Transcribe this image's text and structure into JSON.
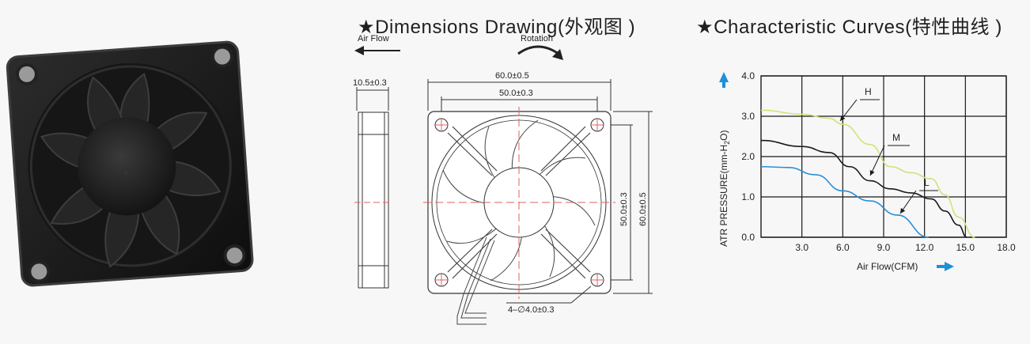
{
  "dimensions": {
    "star": "★",
    "title": "Dimensions Drawing(外观图 )",
    "air_flow_label": "Air Flow",
    "rotation_label": "Rotation",
    "thickness": "10.5±0.3",
    "overall_width": "60.0±0.5",
    "hole_pitch_width": "50.0±0.3",
    "hole_pitch_height": "50.0±0.3",
    "overall_height": "60.0±0.5",
    "hole_spec": "4–∅4.0±0.3"
  },
  "curves": {
    "star": "★",
    "title": "Characteristic Curves(特性曲线 )"
  },
  "chart_data": {
    "type": "line",
    "title": "Characteristic Curves(特性曲线 )",
    "xlabel": "Air Flow(CFM)",
    "ylabel": "ATR PRESSURE(mm-H2O)",
    "ylabel_prefix": "ATR PRESSURE(mm-H",
    "ylabel_sub": "2",
    "ylabel_suffix": "O)",
    "xlim": [
      0,
      18
    ],
    "ylim": [
      0,
      4
    ],
    "x_ticks": [
      3,
      6,
      9,
      12,
      15,
      18
    ],
    "x_tick_labels": [
      "3.0",
      "6.0",
      "9.0",
      "12.0",
      "15.0",
      "18.0"
    ],
    "y_ticks": [
      0,
      1,
      2,
      3,
      4
    ],
    "y_tick_labels": [
      "0.0",
      "1.0",
      "2.0",
      "3.0",
      "4.0"
    ],
    "grid": true,
    "series": [
      {
        "name": "H",
        "color": "#d4e07a",
        "x": [
          0,
          3,
          5,
          6,
          8,
          9.5,
          11,
          12.5,
          13.5,
          14.5,
          15.7
        ],
        "y": [
          3.15,
          3.05,
          2.95,
          2.8,
          2.3,
          1.75,
          1.6,
          1.45,
          1.05,
          0.5,
          0.0
        ]
      },
      {
        "name": "M",
        "color": "#1a1a1a",
        "x": [
          0,
          3,
          5,
          6.5,
          8,
          9.5,
          11,
          12.5,
          13.5,
          14.5,
          15.1
        ],
        "y": [
          2.4,
          2.25,
          2.1,
          1.75,
          1.4,
          1.2,
          1.1,
          0.95,
          0.65,
          0.3,
          0.0
        ]
      },
      {
        "name": "L",
        "color": "#2a8fd4",
        "x": [
          0,
          2,
          4,
          6,
          8,
          10,
          12.3
        ],
        "y": [
          1.75,
          1.73,
          1.55,
          1.15,
          0.9,
          0.55,
          0.0
        ]
      }
    ]
  }
}
